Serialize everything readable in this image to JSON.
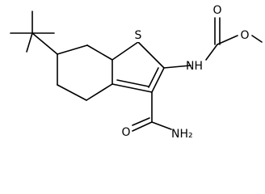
{
  "molecule": {
    "atoms": {
      "sulfur": "S",
      "nh": "NH",
      "carbonyl_o_carbamate": "O",
      "ether_o": "O",
      "carbonyl_o_amide": "O",
      "amide_nh2": "NH₂"
    }
  }
}
